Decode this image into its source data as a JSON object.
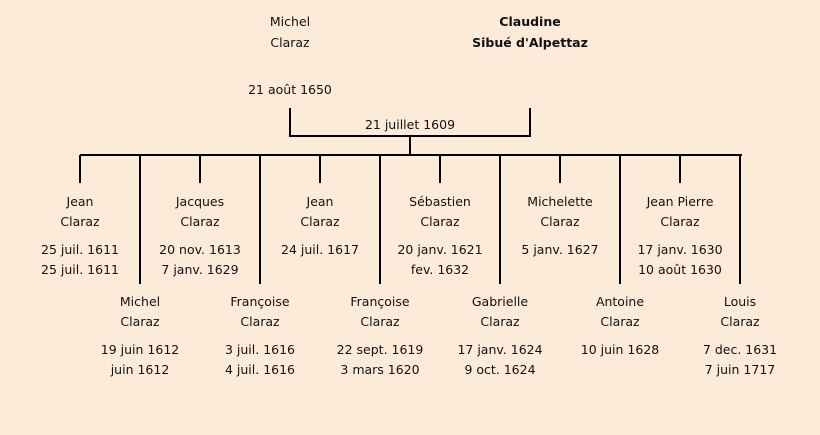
{
  "father": {
    "first": "Michel",
    "last": "Claraz",
    "death": "21 août 1650"
  },
  "mother": {
    "first": "Claudine",
    "last": "Sibué d'Alpettaz"
  },
  "marriage": "21 juillet 1609",
  "children_top": [
    {
      "first": "Jean",
      "last": "Claraz",
      "dates": [
        "25 juil. 1611",
        "25 juil. 1611"
      ]
    },
    {
      "first": "Jacques",
      "last": "Claraz",
      "dates": [
        "20 nov. 1613",
        "7 janv. 1629"
      ]
    },
    {
      "first": "Jean",
      "last": "Claraz",
      "dates": [
        "24 juil. 1617"
      ]
    },
    {
      "first": "Sébastien",
      "last": "Claraz",
      "dates": [
        "20 janv. 1621",
        "fev. 1632"
      ]
    },
    {
      "first": "Michelette",
      "last": "Claraz",
      "dates": [
        "5 janv. 1627"
      ]
    },
    {
      "first": "Jean Pierre",
      "last": "Claraz",
      "dates": [
        "17 janv. 1630",
        "10 août 1630"
      ]
    }
  ],
  "children_bottom": [
    {
      "first": "Michel",
      "last": "Claraz",
      "dates": [
        "19 juin 1612",
        "juin 1612"
      ]
    },
    {
      "first": "Françoise",
      "last": "Claraz",
      "dates": [
        "3 juil. 1616",
        "4 juil. 1616"
      ]
    },
    {
      "first": "Françoise",
      "last": "Claraz",
      "dates": [
        "22 sept. 1619",
        "3 mars 1620"
      ]
    },
    {
      "first": "Gabrielle",
      "last": "Claraz",
      "dates": [
        "17 janv. 1624",
        "9 oct. 1624"
      ]
    },
    {
      "first": "Antoine",
      "last": "Claraz",
      "dates": [
        "10 juin 1628"
      ]
    },
    {
      "first": "Louis",
      "last": "Claraz",
      "dates": [
        "7 dec. 1631",
        "7 juin 1717"
      ]
    }
  ]
}
